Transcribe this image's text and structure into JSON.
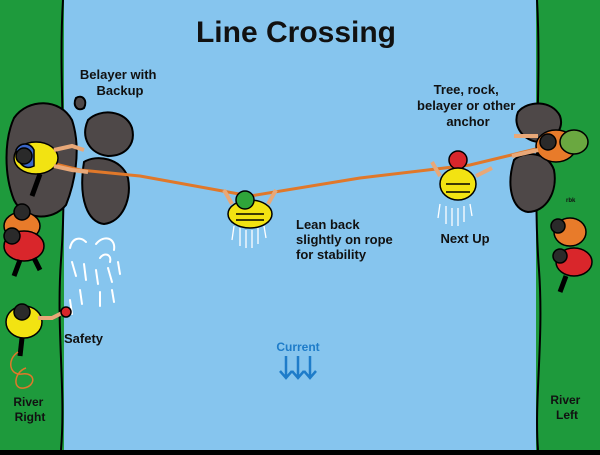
{
  "title": "Line Crossing",
  "colors": {
    "river": "#86C5EE",
    "bank": "#1E9A3C",
    "rock": "#4E4848",
    "rope": "#E0782A",
    "current": "#1E7CC9",
    "helmet": "#2A2A2A",
    "pfd_yellow": "#F2E312",
    "pfd_red": "#D9262B",
    "pfd_orange": "#E87B2A",
    "shirt_blue": "#3A66C9",
    "shirt_green": "#6AA840",
    "paddler_green": "#2FA53A"
  },
  "labels": {
    "belayer": [
      "Belayer with",
      "Backup"
    ],
    "anchor": [
      "Tree, rock,",
      "belayer or other",
      "anchor"
    ],
    "lean": [
      "Lean back",
      "slightly on rope",
      "for stability"
    ],
    "next_up": "Next Up",
    "safety": "Safety",
    "current": "Current",
    "river_right": [
      "River",
      "Right"
    ],
    "river_left": [
      "River",
      "Left"
    ],
    "signature": "rbk"
  }
}
